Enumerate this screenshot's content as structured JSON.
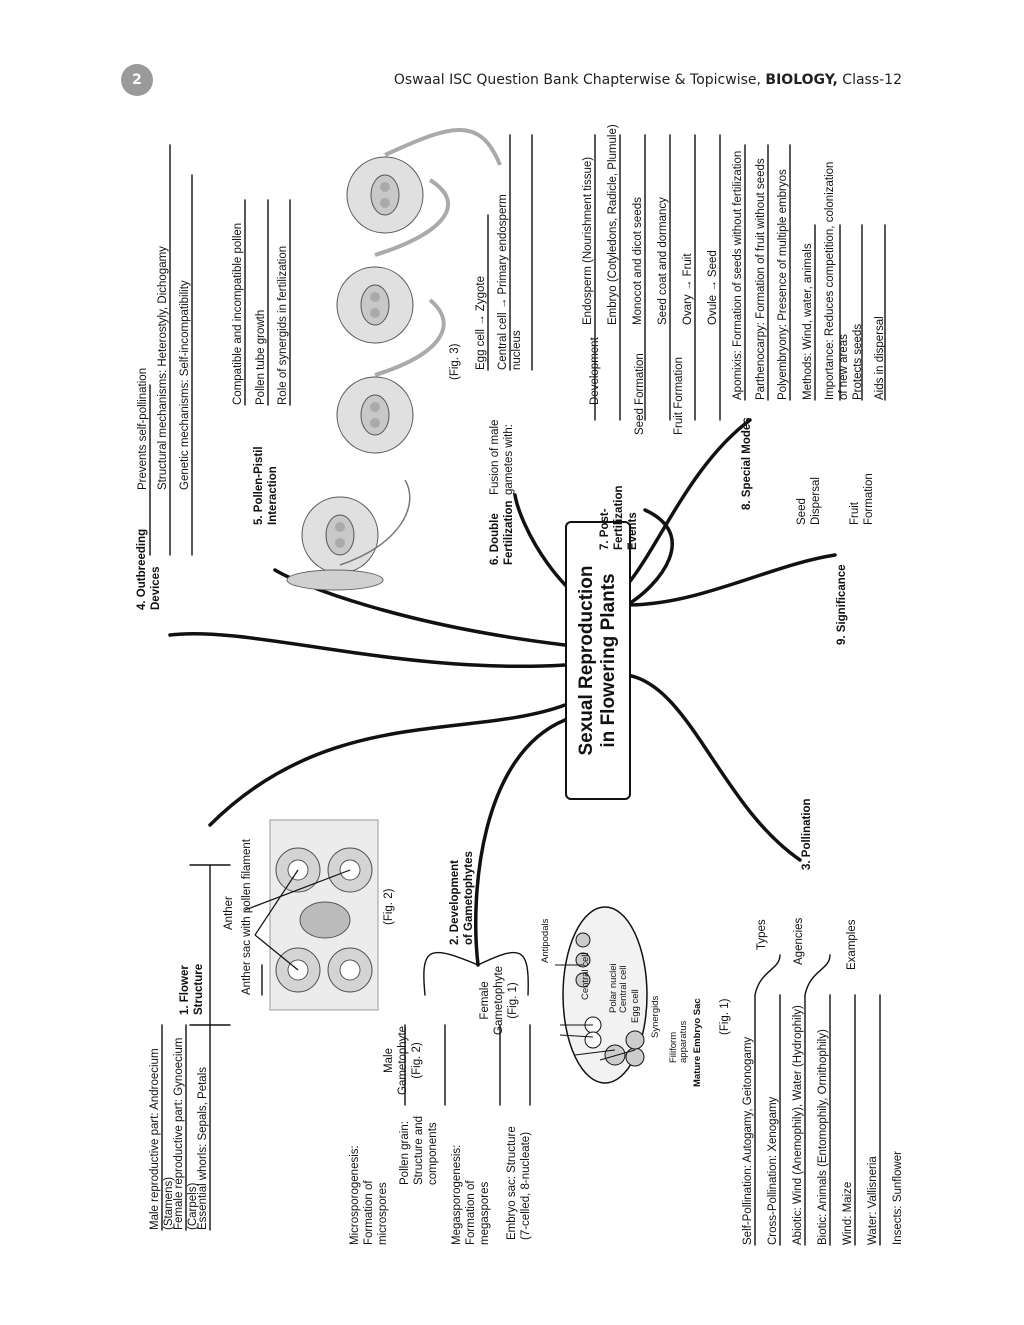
{
  "header": {
    "page_number": "2",
    "title_prefix": "Oswaal ISC Question Bank Chapterwise & Topicwise, ",
    "title_bold": "BIOLOGY,",
    "title_suffix": " Class-12"
  },
  "center": {
    "line1": "Sexual Reproduction",
    "line2": "in Flowering Plants"
  },
  "flower_structure": {
    "title1": "1. Flower",
    "title2": "Structure",
    "items": [
      "Male reproductive part: Androecium",
      "(Stamens)",
      "Female reproductive part: Gynoecium",
      "(Carpels)",
      "Essential whorls: Sepals, Petals"
    ],
    "fig_label1": "Anther",
    "fig_label2": "Anther sac with pollen filament",
    "fig_caption": "(Fig. 2)"
  },
  "gametophytes": {
    "title1": "2. Development",
    "title2": "of Gametophytes",
    "male": {
      "l1": "Male",
      "l2": "Gametophyte",
      "l3": "(Fig. 2)"
    },
    "female": {
      "l1": "Female",
      "l2": "Gametophyte",
      "l3": "(Fig. 1)"
    },
    "micro": [
      "Microsporogenesis:",
      "Formation of",
      "microspores"
    ],
    "pollen": [
      "Pollen grain:",
      "Structure and",
      "components"
    ],
    "mega": [
      "Megasporogenesis:",
      "Formation of",
      "megaspores"
    ],
    "sac": [
      "Embryo sac: Structure",
      "(7-celled, 8-nucleate)"
    ],
    "embryo_labels": [
      "Antipodals",
      "Central cell",
      "Polar nuclei",
      "Central cell",
      "Egg cell",
      "Synergids",
      "Filiform",
      "apparatus"
    ],
    "embryo_title": "Mature Embryo Sac",
    "embryo_caption": "(Fig. 1)"
  },
  "pollination": {
    "title": "3. Pollination",
    "types": "Types",
    "agencies": "Agencies",
    "examples": "Examples",
    "items": [
      "Self-Pollination: Autogamy, Geitonogamy",
      "Cross-Pollination: Xenogamy",
      "Abiotic: Wind (Anemophily), Water (Hydrophily)",
      "Biotic: Animals (Entomophily, Ornithophily)",
      "Wind: Maize",
      "Water: Vallisneria",
      "Insects: Sunflower"
    ]
  },
  "outbreeding": {
    "title1": "4. Outbreeding",
    "title2": "Devices",
    "items": [
      "Prevents self-pollination",
      "Structural mechanisms: Heterostyly, Dichogamy",
      "Genetic mechanisms: Self-incompatibility"
    ]
  },
  "pollen_pistil": {
    "title1": "5. Pollen-Pistil",
    "title2": "Interaction",
    "items": [
      "Compatible and incompatible pollen",
      "Pollen tube growth",
      "Role of synergids in fertilization"
    ],
    "fig_caption": "(Fig. 3)"
  },
  "double_fert": {
    "title1": "6. Double",
    "title2": "Fertilization",
    "label1": "Fusion of male",
    "label2": "gametes with:",
    "items": [
      "Egg cell → Zygote",
      "Central cell → Primary endosperm",
      "nucleus"
    ]
  },
  "post_fert": {
    "title1": "7. Post-",
    "title2": "Fertilization",
    "title3": "Events",
    "development": "Development",
    "seed_formation": "Seed Formation",
    "fruit_formation": "Fruit Formation",
    "items": [
      "Endosperm (Nourishment tissue)",
      "Embryo (Cotyledons, Radicle, Plumule)",
      "Monocot and dicot seeds",
      "Seed coat and dormancy",
      "Ovary → Fruit",
      "Ovule → Seed"
    ]
  },
  "special_modes": {
    "title": "8. Special Modes",
    "items": [
      "Apomixis: Formation of seeds without fertilization",
      "Parthenocarpy: Formation of fruit without seeds",
      "Polyembryony: Presence of multiple embryos"
    ]
  },
  "significance": {
    "title": "9. Significance",
    "seed_dispersal1": "Seed",
    "seed_dispersal2": "Dispersal",
    "fruit_formation1": "Fruit",
    "fruit_formation2": "Formation",
    "items": [
      "Methods: Wind, water, animals",
      "Importance: Reduces competition, colonization",
      "of new areas",
      "Protects seeds",
      "Aids in dispersal"
    ]
  }
}
